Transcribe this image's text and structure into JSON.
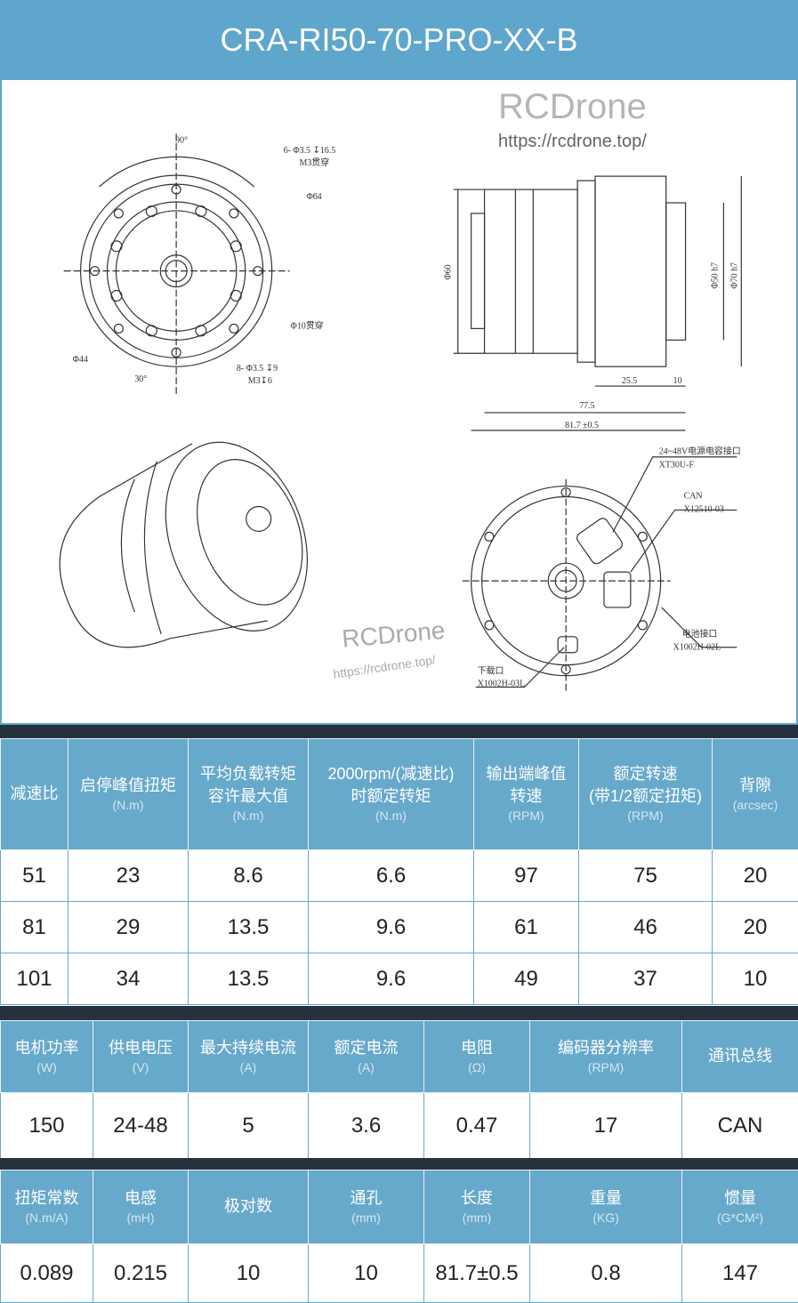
{
  "title": "CRA-RI50-70-PRO-XX-B",
  "drawing": {
    "front": {
      "angle1": "90°",
      "hole1": "6- Φ3.5 ↧16.5",
      "hole1b": "M3贯穿",
      "d64": "Φ64",
      "d10": "Φ10贯穿",
      "d44": "Φ44",
      "angle2": "30°",
      "hole2": "8- Φ3.5 ↧9",
      "hole2b": "M3↧6"
    },
    "side": {
      "d60": "Φ60",
      "d50": "Φ50 h7",
      "d70": "Φ70 h7",
      "l255": "25.5",
      "l10": "10",
      "l775": "77.5",
      "l817": "81.7 ±0.5"
    },
    "rear": {
      "power": "24~48V电源电容接口",
      "power_part": "XT30U-F",
      "can": "CAN",
      "can_part": "X12510-03",
      "battery": "电池接口",
      "battery_part": "X1002H-02L",
      "download": "下载口",
      "download_part": "X1002H-03L"
    },
    "watermark": "RCDrone",
    "watermark_url": "https://rcdrone.top/"
  },
  "table1": {
    "headers": [
      {
        "t": "减速比",
        "u": ""
      },
      {
        "t": "启停峰值扭矩",
        "u": "(N.m)"
      },
      {
        "t": "平均负载转矩\n容许最大值",
        "u": "(N.m)"
      },
      {
        "t": "2000rpm/(减速比)\n时额定转矩",
        "u": "(N.m)"
      },
      {
        "t": "输出端峰值\n转速",
        "u": "(RPM)"
      },
      {
        "t": "额定转速\n(带1/2额定扭矩)",
        "u": "(RPM)"
      },
      {
        "t": "背隙",
        "u": "(arcsec)"
      }
    ],
    "rows": [
      [
        "51",
        "23",
        "8.6",
        "6.6",
        "97",
        "75",
        "20"
      ],
      [
        "81",
        "29",
        "13.5",
        "9.6",
        "61",
        "46",
        "20"
      ],
      [
        "101",
        "34",
        "13.5",
        "9.6",
        "49",
        "37",
        "10"
      ]
    ]
  },
  "table2": {
    "headers": [
      {
        "t": "电机功率",
        "u": "(W)"
      },
      {
        "t": "供电电压",
        "u": "(V)"
      },
      {
        "t": "最大持续电流",
        "u": "(A)"
      },
      {
        "t": "额定电流",
        "u": "(A)"
      },
      {
        "t": "电阻",
        "u": "(Ω)"
      },
      {
        "t": "编码器分辨率",
        "u": "(RPM)"
      },
      {
        "t": "通讯总线",
        "u": ""
      }
    ],
    "rows": [
      [
        "150",
        "24-48",
        "5",
        "3.6",
        "0.47",
        "17",
        "CAN"
      ]
    ]
  },
  "table3": {
    "headers": [
      {
        "t": "扭矩常数",
        "u": "(N.m/A)"
      },
      {
        "t": "电感",
        "u": "(mH)"
      },
      {
        "t": "极对数",
        "u": ""
      },
      {
        "t": "通孔",
        "u": "(mm)"
      },
      {
        "t": "长度",
        "u": "(mm)"
      },
      {
        "t": "重量",
        "u": "(KG)"
      },
      {
        "t": "惯量",
        "u": "(G*CM²)"
      }
    ],
    "rows": [
      [
        "0.089",
        "0.215",
        "10",
        "10",
        "81.7±0.5",
        "0.8",
        "147"
      ]
    ]
  },
  "overlay": {
    "watermark": "RCDrone",
    "url": "https://rcdrone.top/"
  }
}
